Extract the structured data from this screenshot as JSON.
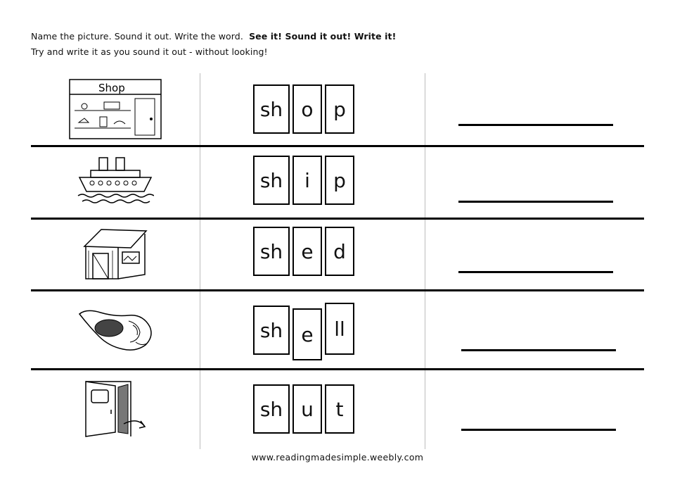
{
  "instructions": {
    "line1_plain": "Name the picture. Sound it out. Write the word.",
    "line1_bold": "See it!  Sound it out! Write it!",
    "line2": "Try and write it as you sound it out - without looking!"
  },
  "rows": [
    {
      "picture": "shop-picture",
      "shop_sign": "Shop",
      "tiles": [
        "sh",
        "o",
        "p"
      ]
    },
    {
      "picture": "ship-picture",
      "tiles": [
        "sh",
        "i",
        "p"
      ]
    },
    {
      "picture": "shed-picture",
      "tiles": [
        "sh",
        "e",
        "d"
      ]
    },
    {
      "picture": "shell-picture",
      "tiles": [
        "sh",
        "e",
        "ll"
      ]
    },
    {
      "picture": "door-picture",
      "tiles": [
        "sh",
        "u",
        "t"
      ]
    }
  ],
  "footer": "www.readingmadesimple.weebly.com"
}
